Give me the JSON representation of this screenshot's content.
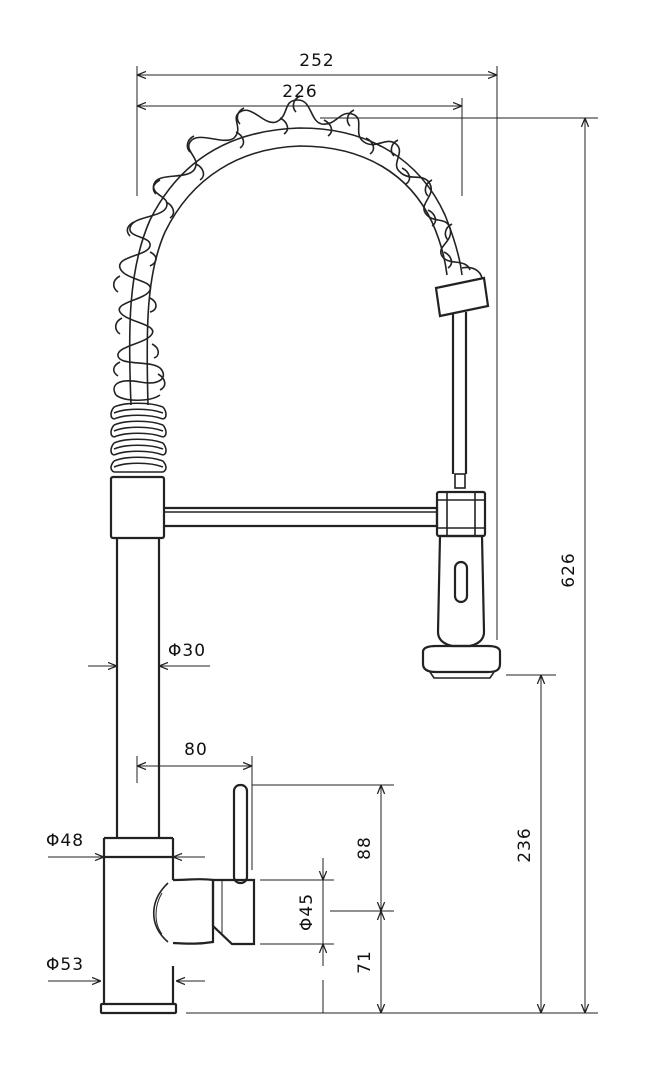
{
  "drawing": {
    "subject": "pull-down spring kitchen faucet",
    "dimensions": {
      "total_width": "252",
      "arc_width": "226",
      "total_height": "626",
      "spout_clearance": "236",
      "tube_diameter": "Φ30",
      "handle_offset": "80",
      "handle_height": "88",
      "body_diameter_upper": "Φ48",
      "body_diameter_lower": "Φ53",
      "handle_diameter": "Φ45",
      "handle_axis_height": "71"
    }
  }
}
